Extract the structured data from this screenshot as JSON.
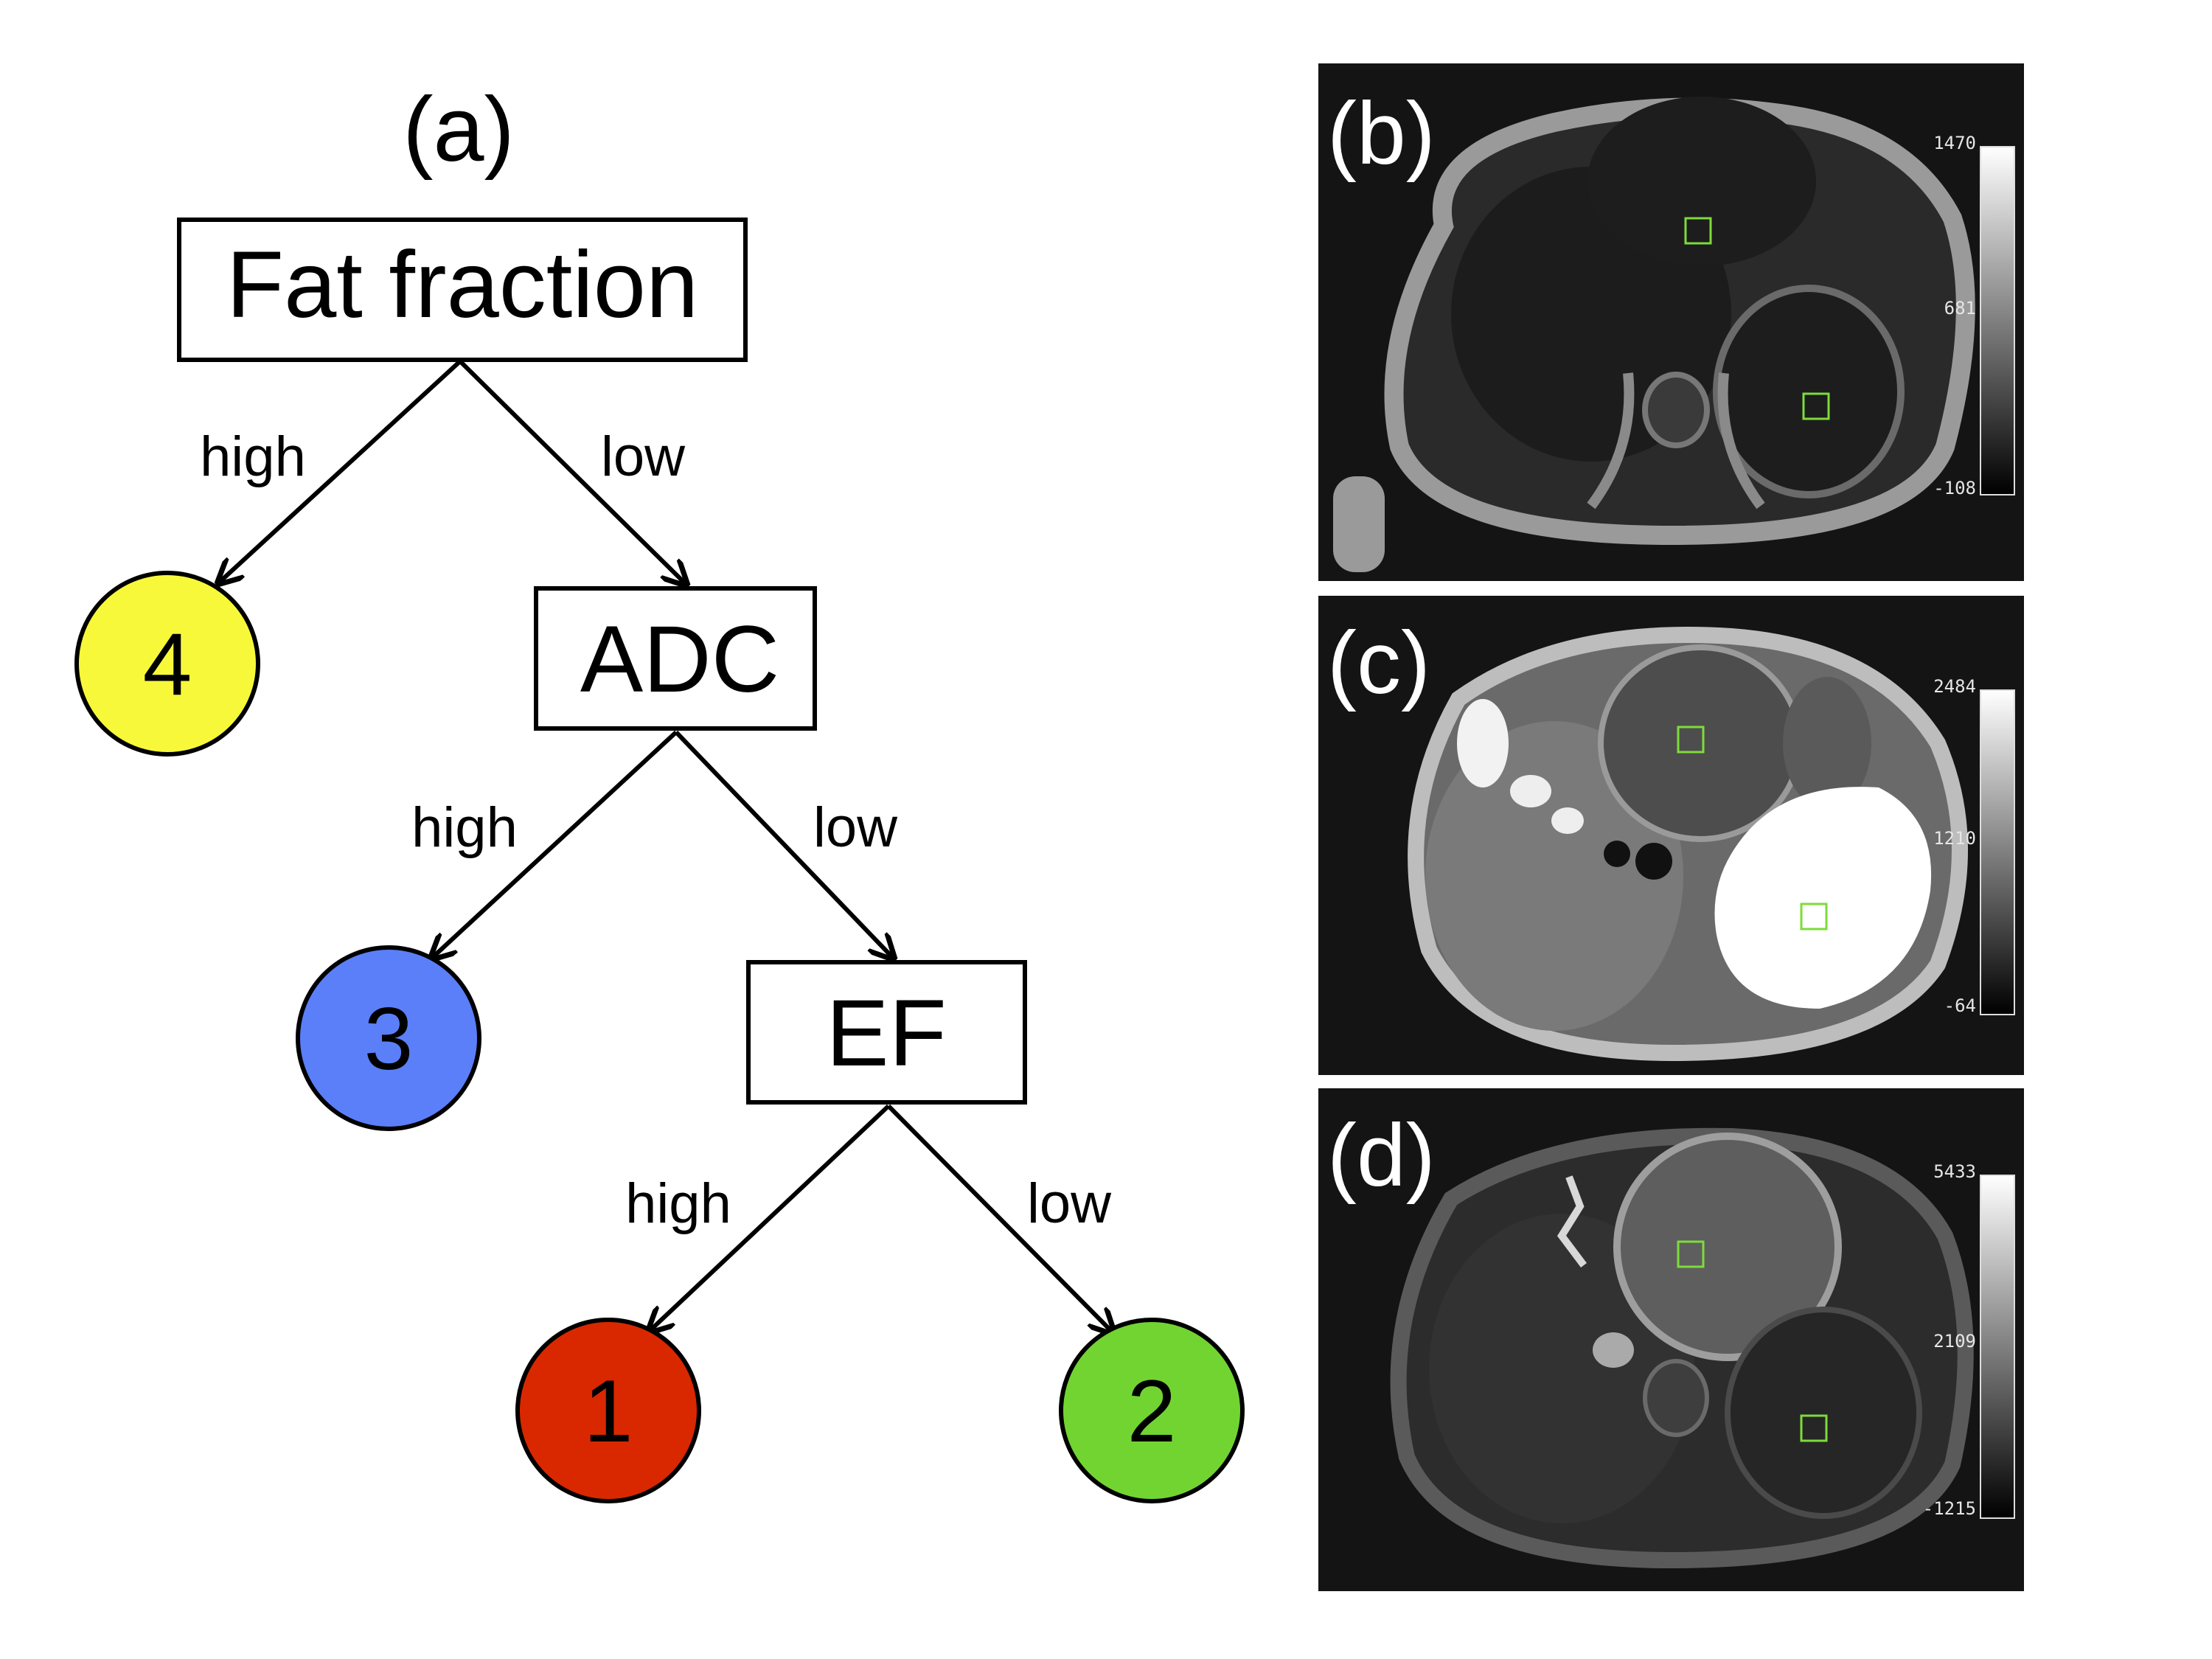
{
  "tree": {
    "label": "(a)",
    "nodes": {
      "fat_fraction": "Fat fraction",
      "adc": "ADC",
      "ef": "EF"
    },
    "edges": {
      "ff_high": "high",
      "ff_low": "low",
      "adc_high": "high",
      "adc_low": "low",
      "ef_high": "high",
      "ef_low": "low"
    },
    "leaves": [
      {
        "label": "4",
        "color": "#f8f83a"
      },
      {
        "label": "3",
        "color": "#5b7ff8"
      },
      {
        "label": "1",
        "color": "#d92800"
      },
      {
        "label": "2",
        "color": "#72d431"
      }
    ]
  },
  "panels": [
    {
      "label": "(b)",
      "colorbar": {
        "max": "1470",
        "mid": "681",
        "min": "-108"
      }
    },
    {
      "label": "(c)",
      "colorbar": {
        "max": "2484",
        "mid": "1210",
        "min": "-64"
      }
    },
    {
      "label": "(d)",
      "colorbar": {
        "max": "5433",
        "mid": "2109",
        "min": "-1215"
      }
    }
  ],
  "roi_color": "#7ddc3a"
}
